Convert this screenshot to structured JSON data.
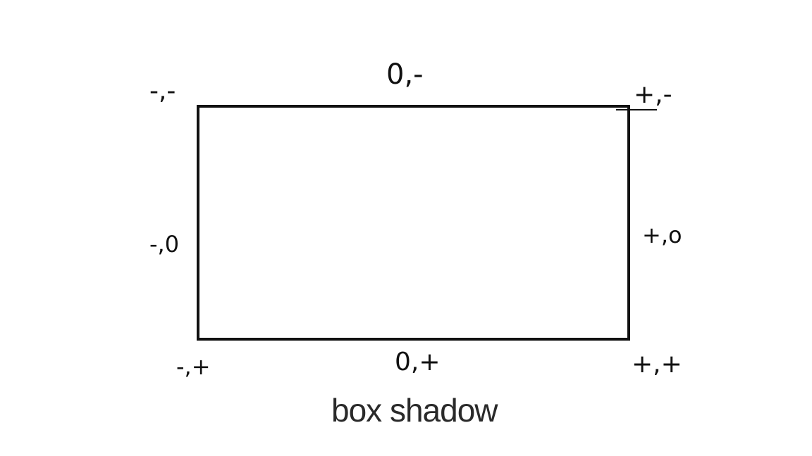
{
  "diagram": {
    "corners": {
      "top_left": "-,-",
      "top_mid": "0,-",
      "top_right": "+,-",
      "mid_left": "-,0",
      "mid_right": "+,o",
      "bottom_left": "-,+",
      "bottom_mid": "0,+",
      "bottom_right": "+,+"
    },
    "caption": "box shadow"
  }
}
